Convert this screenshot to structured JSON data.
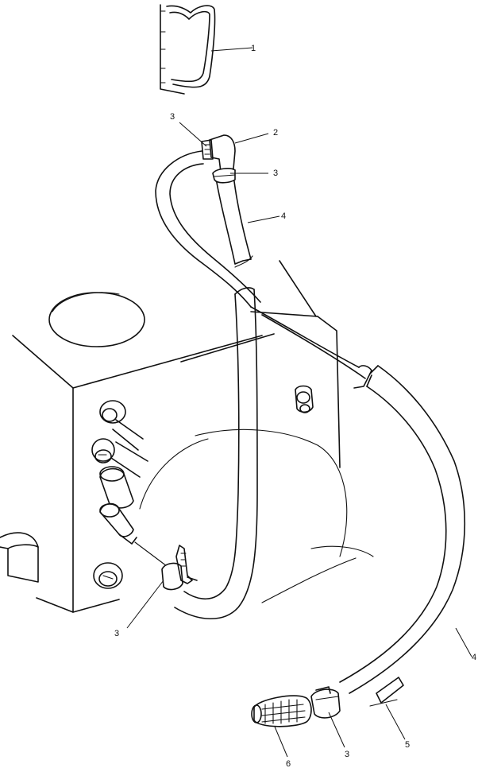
{
  "callouts": {
    "c1": "1",
    "c2": "2",
    "c3_top_left": "3",
    "c3_top_right": "3",
    "c4_upper": "4",
    "c3_lower_left": "3",
    "c4_lower_right": "4",
    "c3_bottom": "3",
    "c5": "5",
    "c6": "6"
  }
}
